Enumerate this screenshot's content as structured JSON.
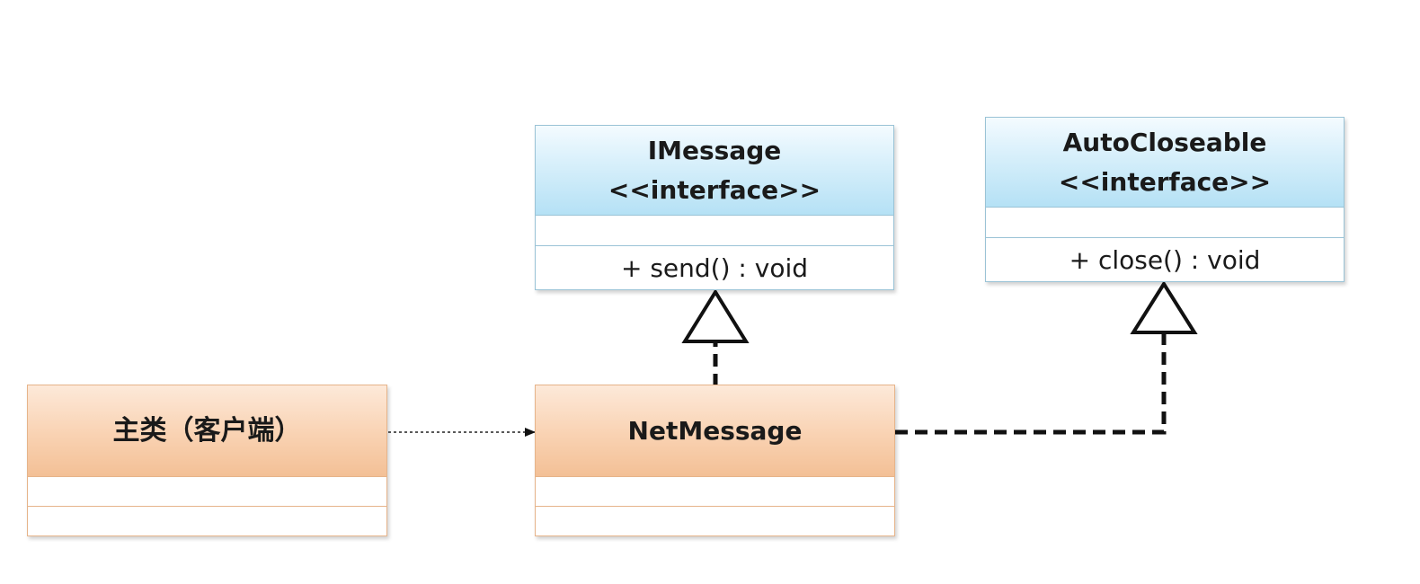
{
  "diagram": {
    "classes": {
      "imessage": {
        "name": "IMessage",
        "stereotype": "<<interface>>",
        "attributes": "",
        "operation": "+ send() : void"
      },
      "autocloseable": {
        "name": "AutoCloseable",
        "stereotype": "<<interface>>",
        "attributes": "",
        "operation": "+ close() : void"
      },
      "main": {
        "name": "主类（客户端）"
      },
      "netmessage": {
        "name": "NetMessage"
      }
    },
    "relations": [
      {
        "from": "main",
        "to": "netmessage",
        "type": "dependency"
      },
      {
        "from": "netmessage",
        "to": "imessage",
        "type": "realization"
      },
      {
        "from": "netmessage",
        "to": "autocloseable",
        "type": "realization"
      }
    ],
    "colors": {
      "interface_fill": "#b5e1f5",
      "class_fill": "#f9d2b2",
      "interface_border": "#9ac3d6",
      "class_border": "#e6b48a"
    }
  }
}
